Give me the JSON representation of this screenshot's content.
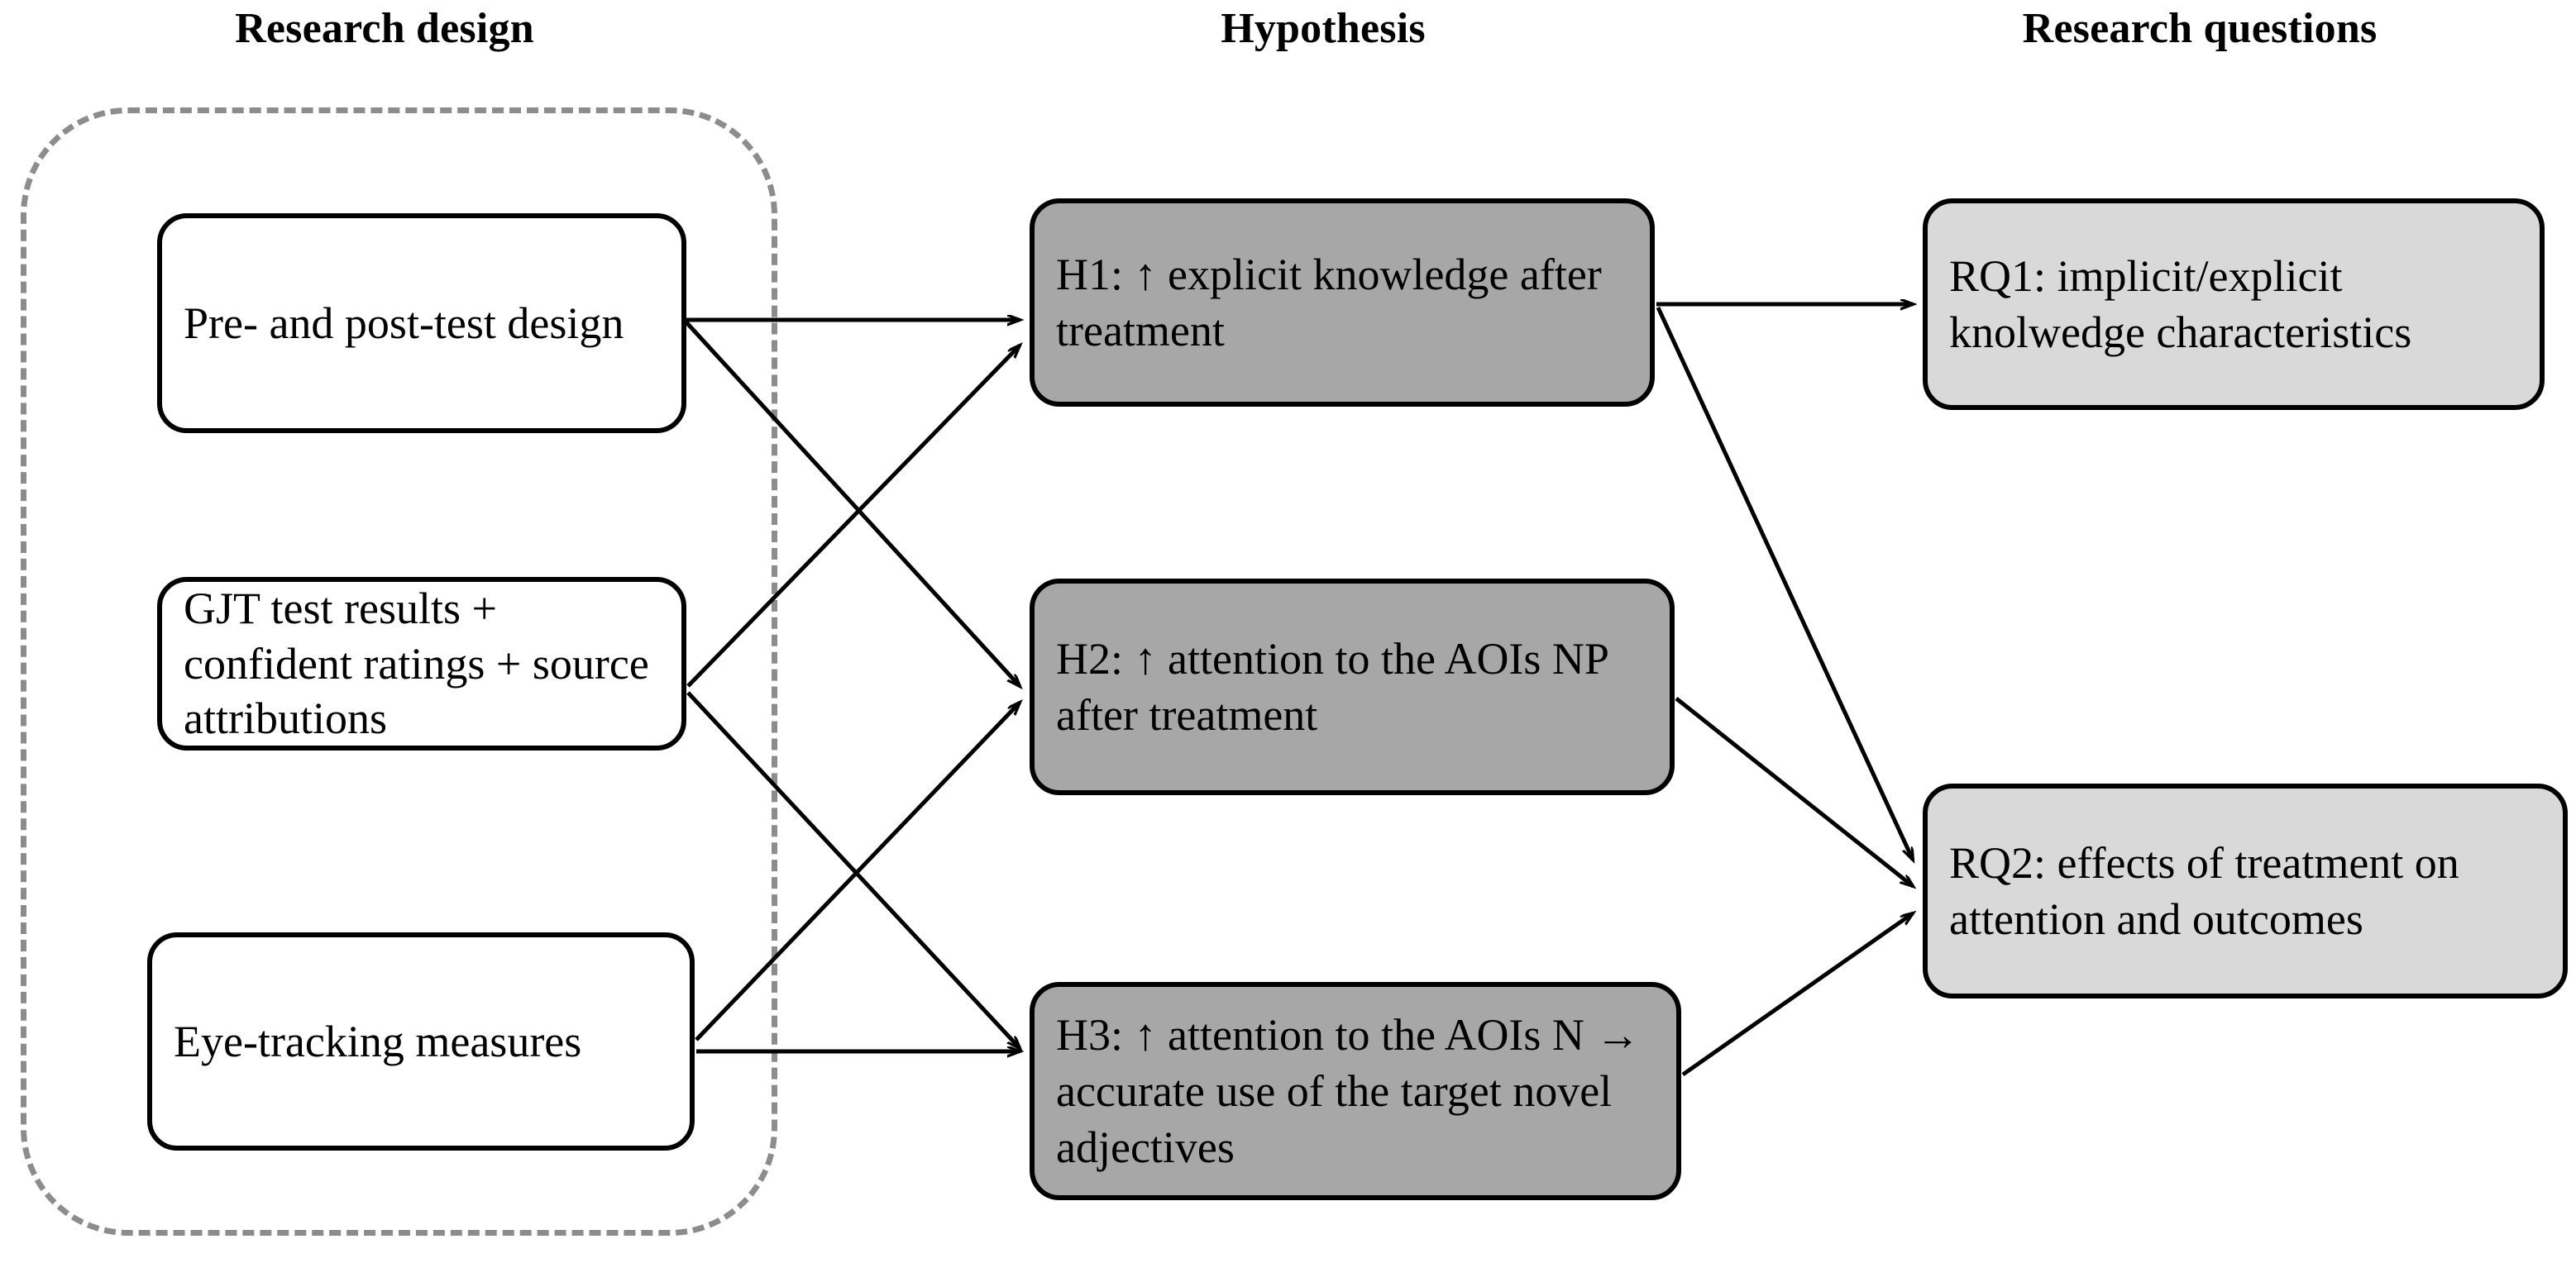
{
  "headings": {
    "research_design": "Research design",
    "hypothesis": "Hypothesis",
    "research_questions": "Research questions"
  },
  "colors": {
    "hypothesis_fill": "#a7a7a7",
    "research_question_fill": "#d9d9d9",
    "design_fill": "#ffffff",
    "border": "#000000",
    "group_dash": "#8c8c8c",
    "background": "#ffffff",
    "connector": "#000000"
  },
  "research_design": {
    "group_label": "research-design-group",
    "items": [
      {
        "id": "pre-post",
        "text": "Pre- and post-test design"
      },
      {
        "id": "gjt",
        "text": "GJT test results + confident ratings + source attributions"
      },
      {
        "id": "eye-tracking",
        "text": "Eye-tracking measures"
      }
    ]
  },
  "hypotheses": [
    {
      "id": "h1",
      "text": "H1: ↑ explicit knowledge after treatment"
    },
    {
      "id": "h2",
      "text": "H2: ↑ attention to the AOIs NP after treatment"
    },
    {
      "id": "h3",
      "text": "H3: ↑ attention to the AOIs N → accurate use of the target novel adjectives"
    }
  ],
  "research_questions": [
    {
      "id": "rq1",
      "text": "RQ1: implicit/explicit knolwedge characteristics"
    },
    {
      "id": "rq2",
      "text": "RQ2: effects of treatment on attention and outcomes"
    }
  ],
  "connections": [
    {
      "from": "pre-post",
      "to": "h1"
    },
    {
      "from": "pre-post",
      "to": "h2"
    },
    {
      "from": "gjt",
      "to": "h1"
    },
    {
      "from": "gjt",
      "to": "h3"
    },
    {
      "from": "eye-tracking",
      "to": "h2"
    },
    {
      "from": "eye-tracking",
      "to": "h3"
    },
    {
      "from": "h1",
      "to": "rq1"
    },
    {
      "from": "h1",
      "to": "rq2"
    },
    {
      "from": "h2",
      "to": "rq2"
    },
    {
      "from": "h3",
      "to": "rq2"
    }
  ]
}
